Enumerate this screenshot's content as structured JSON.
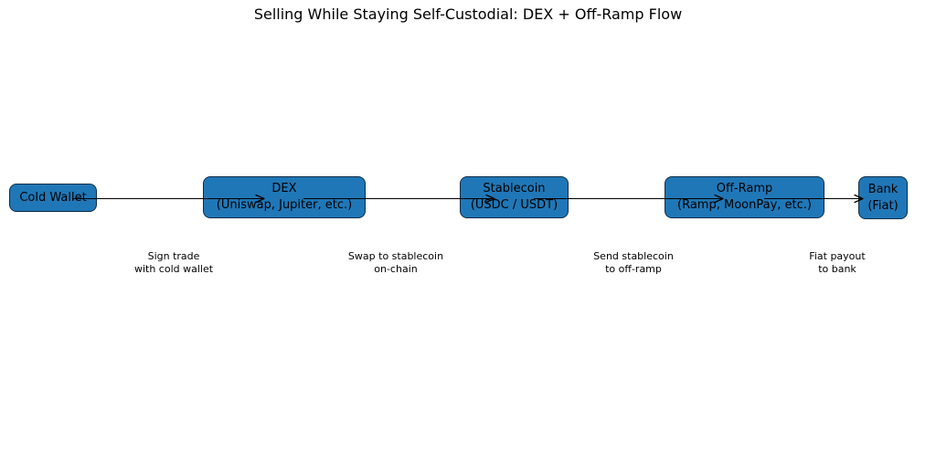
{
  "title": "Selling While Staying Self-Custodial: DEX + Off-Ramp Flow",
  "diagram": {
    "nodes": [
      {
        "id": "cold-wallet",
        "label": "Cold Wallet",
        "sublabel": ""
      },
      {
        "id": "dex",
        "label": "DEX",
        "sublabel": "(Uniswap, Jupiter, etc.)"
      },
      {
        "id": "stablecoin",
        "label": "Stablecoin",
        "sublabel": "(USDC / USDT)"
      },
      {
        "id": "off-ramp",
        "label": "Off-Ramp",
        "sublabel": "(Ramp, MoonPay, etc.)"
      },
      {
        "id": "bank",
        "label": "Bank",
        "sublabel": "(Fiat)"
      }
    ],
    "edges": [
      {
        "from": "cold-wallet",
        "to": "dex",
        "label_line1": "Sign trade",
        "label_line2": "with cold wallet"
      },
      {
        "from": "dex",
        "to": "stablecoin",
        "label_line1": "Swap to stablecoin",
        "label_line2": "on-chain"
      },
      {
        "from": "stablecoin",
        "to": "off-ramp",
        "label_line1": "Send stablecoin",
        "label_line2": "to off-ramp"
      },
      {
        "from": "off-ramp",
        "to": "bank",
        "label_line1": "Fiat payout",
        "label_line2": "to bank"
      }
    ],
    "colors": {
      "node_fill": "#2077b7",
      "node_border": "#0e2d46",
      "arrow": "#000000",
      "text": "#000000",
      "background": "#ffffff"
    }
  }
}
